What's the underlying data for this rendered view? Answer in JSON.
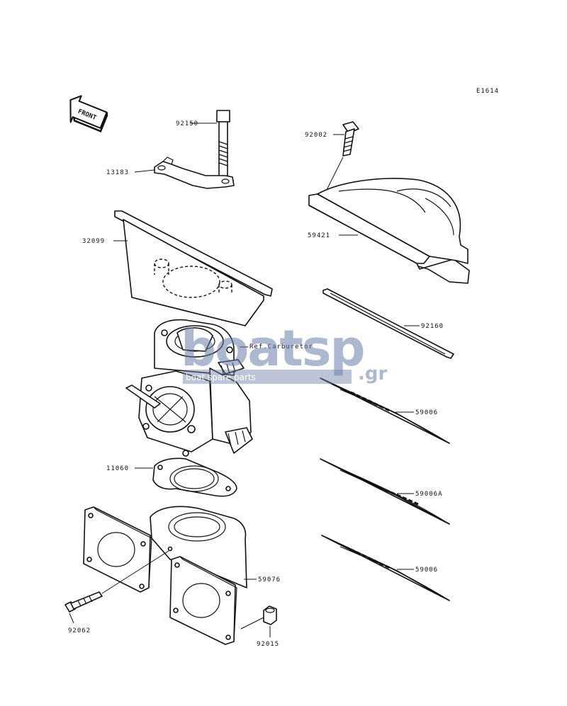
{
  "diagram_code": "E1614",
  "front_label": "FRONT",
  "ref_label": "Ref.Carburetor",
  "watermark": {
    "brand": "boatsp",
    "suffix": ".gr",
    "tagline": "boat spare parts"
  },
  "parts": {
    "p92150": "92150",
    "p13183": "13183",
    "p32099": "32099",
    "p92002": "92002",
    "p59421": "59421",
    "p92160": "92160",
    "p59006_a": "59006",
    "p59006A": "59006A",
    "p59006_b": "59006",
    "p11060": "11060",
    "p59076": "59076",
    "p92062": "92062",
    "p92015": "92015"
  }
}
